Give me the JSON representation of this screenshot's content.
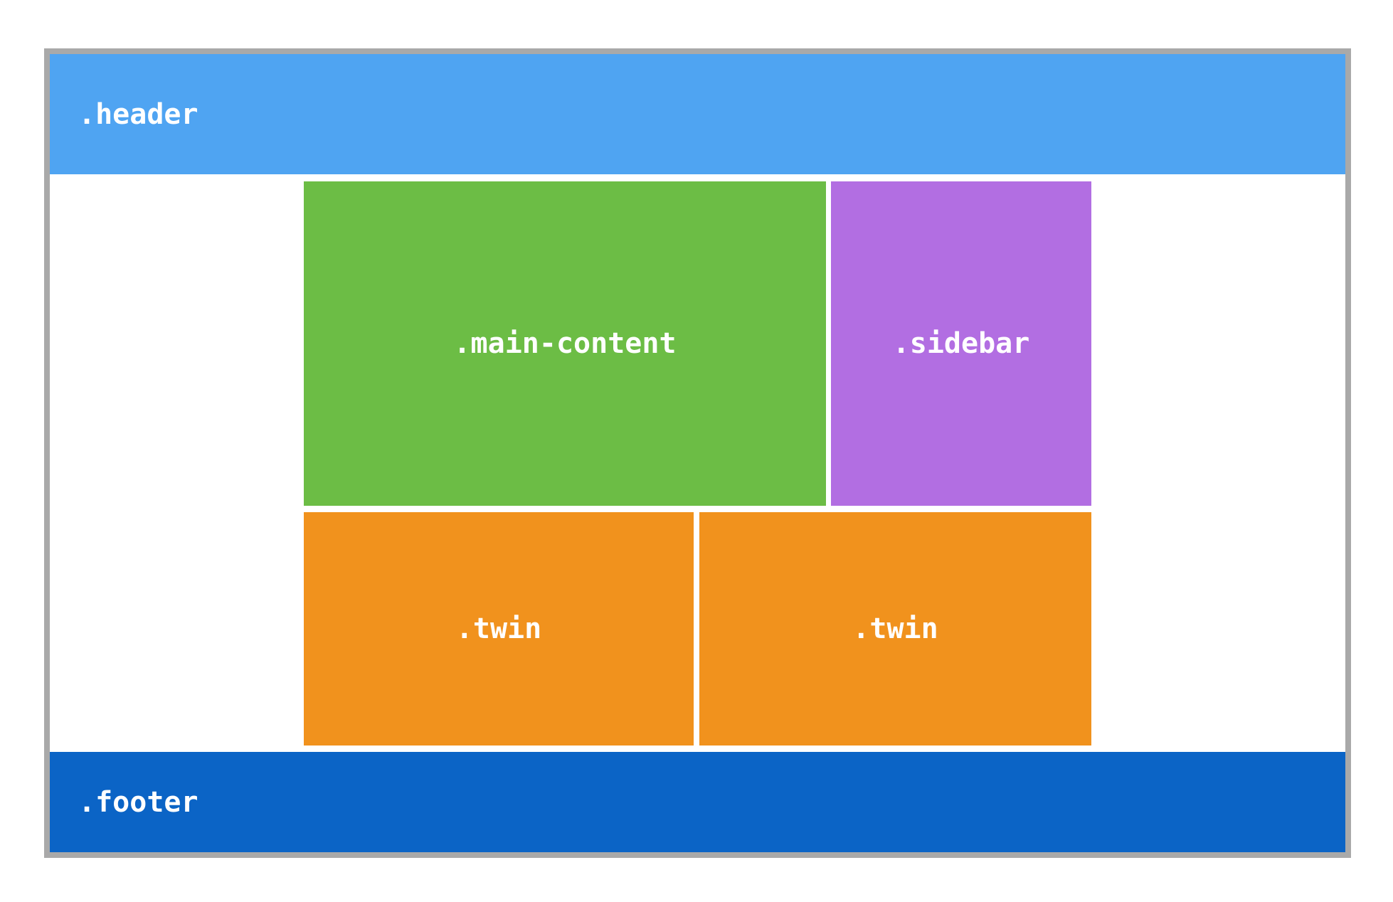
{
  "diagram": {
    "title": "css-layout-diagram",
    "header": {
      "label": ".header"
    },
    "main_content": {
      "label": ".main-content"
    },
    "sidebar": {
      "label": ".sidebar"
    },
    "twins": [
      {
        "label": ".twin"
      },
      {
        "label": ".twin"
      }
    ],
    "footer": {
      "label": ".footer"
    }
  },
  "colors": {
    "header": "#4FA4F2",
    "main_content": "#6CBD45",
    "sidebar": "#B26EE2",
    "twin": "#F1921D",
    "footer": "#0B64C6",
    "frame_border": "#A9A9A9",
    "label_text": "#FFFFFF",
    "background": "#FFFFFF"
  }
}
